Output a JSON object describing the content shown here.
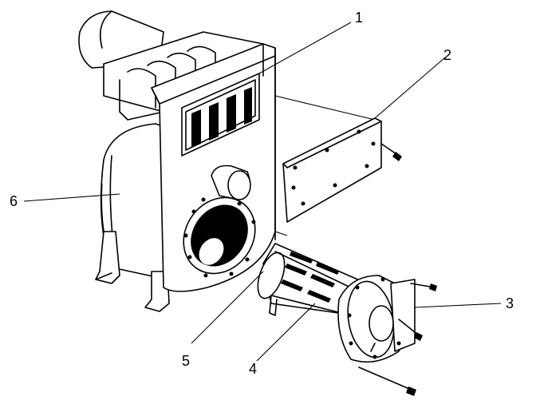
{
  "diagram": {
    "callouts": [
      {
        "id": "c1",
        "label": "1"
      },
      {
        "id": "c2",
        "label": "2"
      },
      {
        "id": "c3",
        "label": "3"
      },
      {
        "id": "c4",
        "label": "4"
      },
      {
        "id": "c5",
        "label": "5"
      },
      {
        "id": "c6",
        "label": "6"
      }
    ]
  }
}
